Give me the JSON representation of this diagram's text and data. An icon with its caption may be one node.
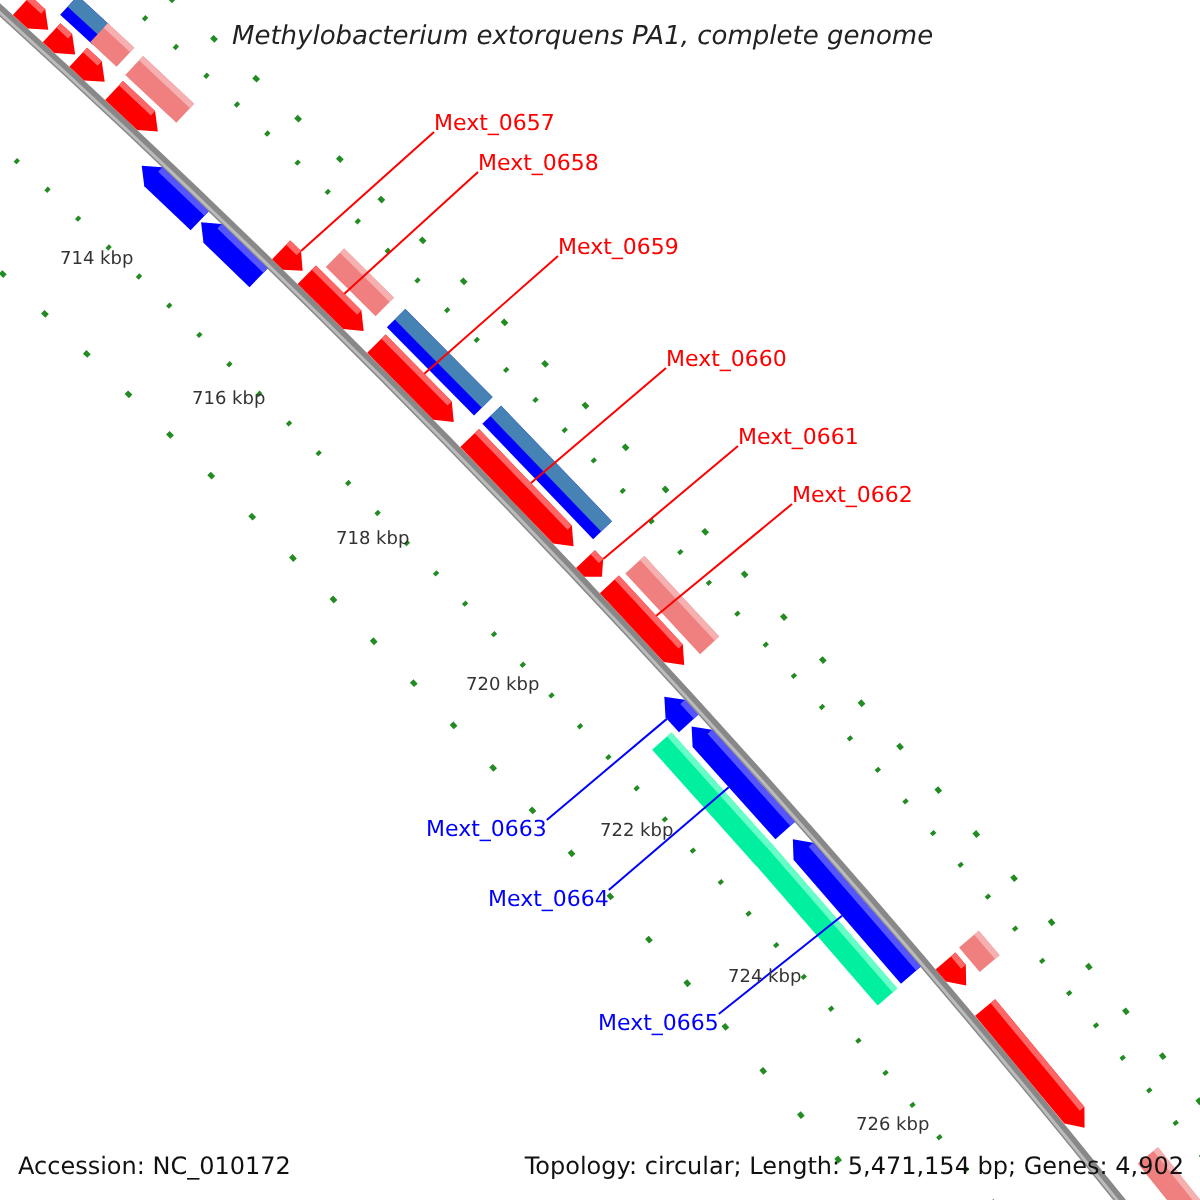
{
  "diagram": {
    "title": "Methylobacterium extorquens PA1, complete genome",
    "nodes": [
      {
        "text": [
          "Mext_0657"
        ]
      },
      {
        "text": [
          "Mext_0658"
        ]
      },
      {
        "text": [
          "Mext_0659"
        ]
      },
      {
        "text": [
          "Mext_0660"
        ]
      },
      {
        "text": [
          "Mext_0661"
        ]
      },
      {
        "text": [
          "Mext_0662"
        ]
      },
      {
        "text": [
          "Mext_0663"
        ]
      },
      {
        "text": [
          "Mext_0664"
        ]
      },
      {
        "text": [
          "Mext_0665"
        ]
      },
      {
        "text": [],
        "shape": "arrow"
      },
      {
        "text": [],
        "shape": "bar"
      },
      {
        "text": [],
        "shape": "arrow"
      },
      {
        "text": [],
        "shape": "bar"
      },
      {
        "text": [],
        "shape": "arrow"
      },
      {
        "text": [],
        "shape": "bar"
      },
      {
        "text": [],
        "shape": "arrow"
      },
      {
        "text": [],
        "shape": "arrow"
      },
      {
        "text": [],
        "shape": "arrow"
      },
      {
        "text": [],
        "shape": "arrow"
      },
      {
        "text": [],
        "shape": "bar"
      },
      {
        "text": [],
        "shape": "arrow"
      },
      {
        "text": [],
        "shape": "bar"
      },
      {
        "text": [],
        "shape": "arrow"
      },
      {
        "text": [],
        "shape": "bar"
      },
      {
        "text": [],
        "shape": "arrow"
      },
      {
        "text": [],
        "shape": "arrow"
      },
      {
        "text": [],
        "shape": "bar"
      },
      {
        "text": [],
        "shape": "arrow"
      },
      {
        "text": [],
        "shape": "arrow"
      },
      {
        "text": [],
        "shape": "arrow"
      },
      {
        "text": [],
        "shape": "bar"
      },
      {
        "text": [],
        "shape": "arrow"
      },
      {
        "text": [],
        "shape": "bar"
      },
      {
        "text": [],
        "shape": "bar"
      },
      {
        "text": [],
        "shape": "arrow"
      },
      {
        "text": [],
        "shape": "arrow"
      },
      {
        "text": [],
        "shape": "bar"
      }
    ],
    "edges": [
      {
        "from": 0,
        "to": 18,
        "arrow": "none"
      },
      {
        "from": 1,
        "to": 20,
        "arrow": "none"
      },
      {
        "from": 2,
        "to": 22,
        "arrow": "none"
      },
      {
        "from": 3,
        "to": 24,
        "arrow": "none"
      },
      {
        "from": 4,
        "to": 25,
        "arrow": "none"
      },
      {
        "from": 5,
        "to": 27,
        "arrow": "none"
      },
      {
        "from": 6,
        "to": 28,
        "arrow": "none",
        "color": "#0000ff"
      },
      {
        "from": 7,
        "to": 29,
        "arrow": "none",
        "color": "#0000ff"
      },
      {
        "from": 8,
        "to": 31,
        "arrow": "none",
        "color": "#0000ff"
      }
    ],
    "labels": [
      "714 kbp",
      "716 kbp",
      "718 kbp",
      "720 kbp",
      "722 kbp",
      "724 kbp",
      "726 kbp",
      "Accession: NC_010172",
      "Topology: circular; Length: 5,471,154 bp; Genes: 4,902"
    ]
  }
}
